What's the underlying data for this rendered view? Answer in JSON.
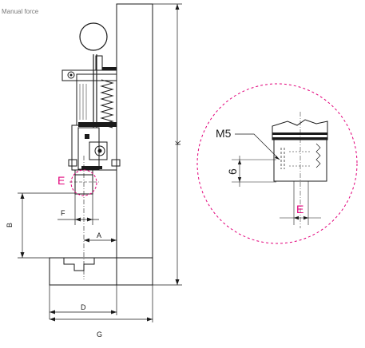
{
  "caption": "Manual force",
  "detail_callout": "E",
  "dimensions": {
    "A": "A",
    "B": "B",
    "D": "D",
    "F": "F",
    "G": "G",
    "K": "K"
  },
  "detail": {
    "thread_label": "M5",
    "depth_label": "6",
    "e_label": "E"
  },
  "colors": {
    "line": "#1a1a1a",
    "accent": "#e2007a",
    "detail_circle": "#e2007a"
  }
}
